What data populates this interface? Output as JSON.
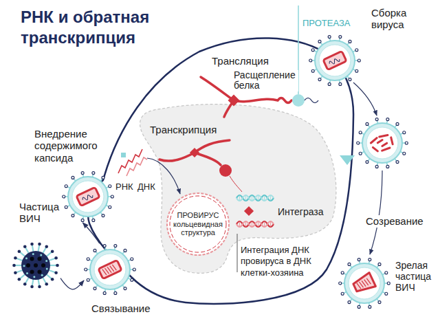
{
  "diagram": {
    "title": "РНК и обратная транскрипция",
    "nodes": [
      {
        "text": [
          "Частица ВИЧ"
        ]
      },
      {
        "text": [
          "Связывание"
        ]
      },
      {
        "text": [
          "Внедрение содержимого капсида"
        ]
      },
      {
        "text": [
          "ПРОВИРУС кольцевидная структура"
        ]
      },
      {
        "text": [
          "Сборка вируса"
        ]
      },
      {
        "text": [
          "Зрелая частица ВИЧ"
        ]
      }
    ],
    "edges": [
      {
        "from": 0,
        "to": 1,
        "arrow": "to"
      },
      {
        "from": 1,
        "to": 2,
        "arrow": "to"
      }
    ],
    "labels": [
      "ПРОТЕАЗА",
      "Трансляция",
      "Расщепление белка",
      "Транскрипция",
      "РНК",
      "ДНК",
      "Интеграза",
      "Интеграция ДНК провируса в ДНК клетки-хозяина",
      "Созревание"
    ]
  }
}
